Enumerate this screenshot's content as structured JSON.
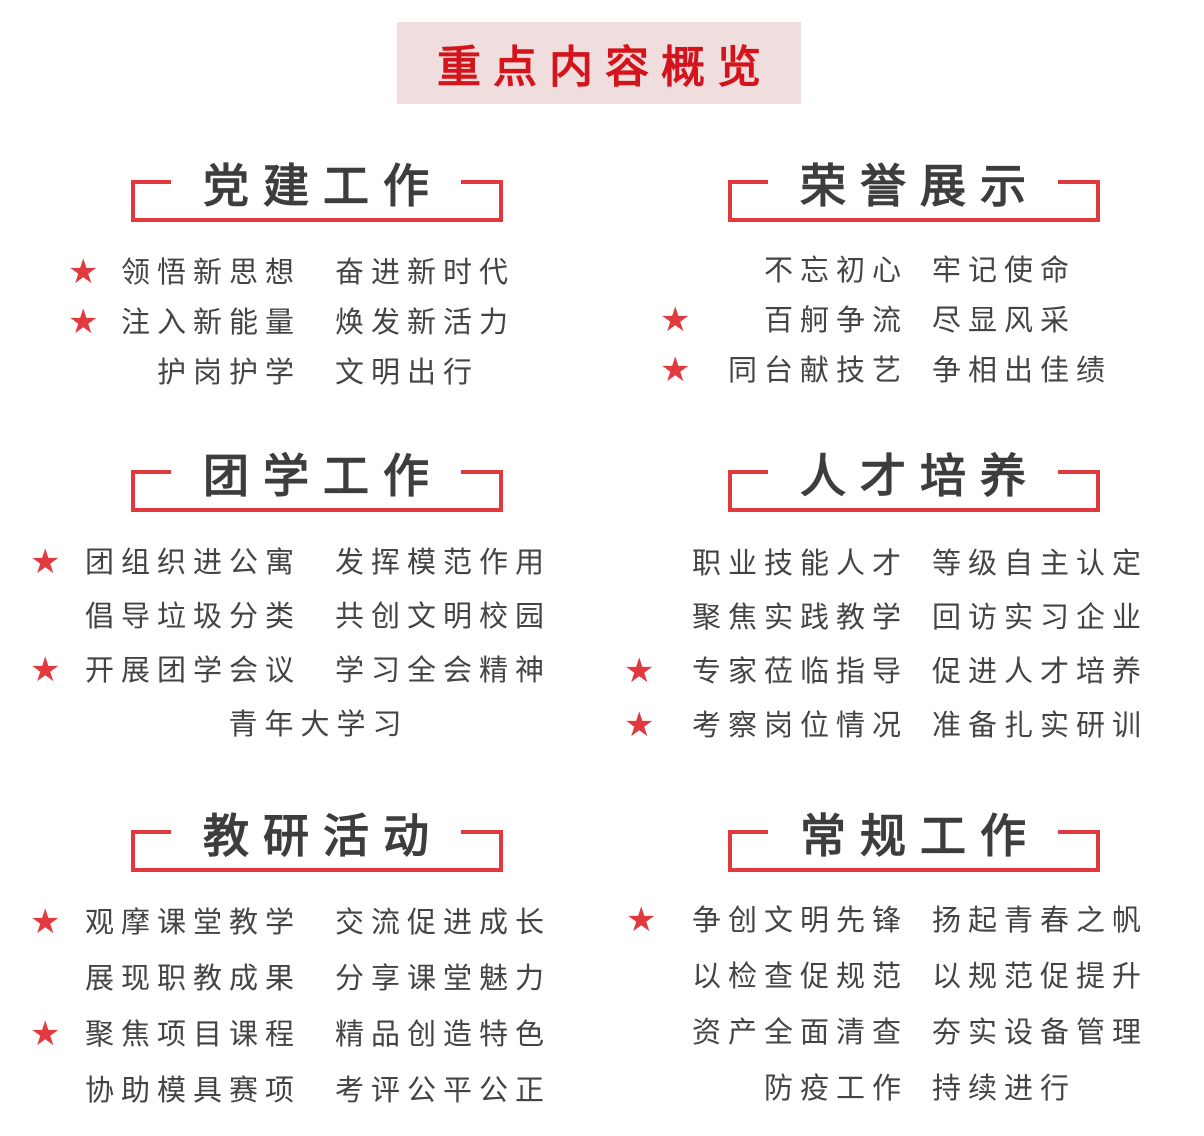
{
  "header": {
    "title": "重点内容概览"
  },
  "colors": {
    "accent": "#e0393e",
    "title_red": "#d3141c",
    "header_bg": "#f0dede",
    "text": "#444444"
  },
  "star_icon": "star-icon",
  "sections": [
    {
      "title": "党建工作",
      "lines": [
        {
          "star": true,
          "left": "领悟新思想",
          "right": "奋进新时代"
        },
        {
          "star": true,
          "left": "注入新能量",
          "right": "焕发新活力"
        },
        {
          "star": false,
          "left": "护岗护学",
          "right": "文明出行"
        }
      ]
    },
    {
      "title": "荣誉展示",
      "lines": [
        {
          "star": false,
          "left": "不忘初心",
          "right": "牢记使命"
        },
        {
          "star": true,
          "left": "百舸争流",
          "right": "尽显风采"
        },
        {
          "star": true,
          "left": "同台献技艺",
          "right": "争相出佳绩"
        }
      ]
    },
    {
      "title": "团学工作",
      "lines": [
        {
          "star": true,
          "left": "团组织进公寓",
          "right": "发挥模范作用"
        },
        {
          "star": false,
          "left": "倡导垃圾分类",
          "right": "共创文明校园"
        },
        {
          "star": true,
          "left": "开展团学会议",
          "right": "学习全会精神"
        },
        {
          "star": false,
          "center": "青年大学习"
        }
      ]
    },
    {
      "title": "人才培养",
      "lines": [
        {
          "star": false,
          "left": "职业技能人才",
          "right": "等级自主认定"
        },
        {
          "star": false,
          "left": "聚焦实践教学",
          "right": "回访实习企业"
        },
        {
          "star": true,
          "left": "专家莅临指导",
          "right": "促进人才培养"
        },
        {
          "star": true,
          "left": "考察岗位情况",
          "right": "准备扎实研训"
        }
      ]
    },
    {
      "title": "教研活动",
      "lines": [
        {
          "star": true,
          "left": "观摩课堂教学",
          "right": "交流促进成长"
        },
        {
          "star": false,
          "left": "展现职教成果",
          "right": "分享课堂魅力"
        },
        {
          "star": true,
          "left": "聚焦项目课程",
          "right": "精品创造特色"
        },
        {
          "star": false,
          "left": "协助模具赛项",
          "right": "考评公平公正"
        }
      ]
    },
    {
      "title": "常规工作",
      "lines": [
        {
          "star": true,
          "left": "争创文明先锋",
          "right": "扬起青春之帆"
        },
        {
          "star": false,
          "left": "以检查促规范",
          "right": "以规范促提升"
        },
        {
          "star": false,
          "left": "资产全面清查",
          "right": "夯实设备管理"
        },
        {
          "star": false,
          "left": "防疫工作",
          "right": "持续进行"
        }
      ]
    }
  ]
}
